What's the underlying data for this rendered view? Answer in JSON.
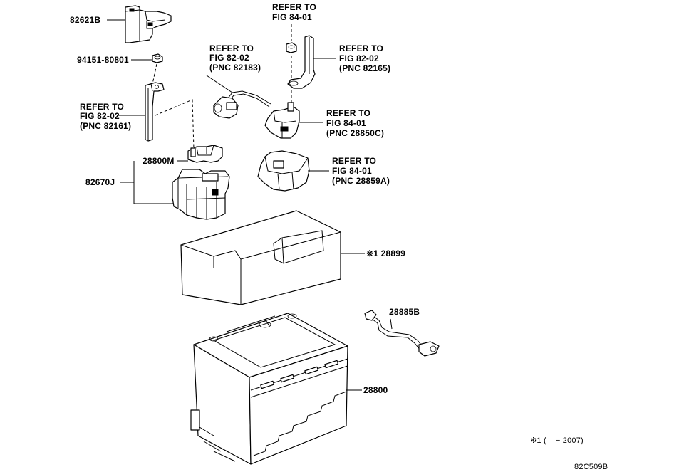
{
  "refer_to": "REFER TO",
  "labels": {
    "part_82621B": "82621B",
    "part_94151": "94151-80801",
    "ref_82161": {
      "fig": "FIG 82-02",
      "pnc": "(PNC 82161)"
    },
    "ref_82183": {
      "fig": "FIG 82-02",
      "pnc": "(PNC 82183)"
    },
    "ref_fig8401_top": {
      "fig": "FIG 84-01"
    },
    "ref_82165": {
      "fig": "FIG 82-02",
      "pnc": "(PNC 82165)"
    },
    "ref_28850C": {
      "fig": "FIG 84-01",
      "pnc": "(PNC 28850C)"
    },
    "ref_28859A": {
      "fig": "FIG 84-01",
      "pnc": "(PNC 28859A)"
    },
    "part_28800M": "28800M",
    "part_82670J": "82670J",
    "part_28899": "※1 28899",
    "part_28885B": "28885B",
    "part_28800": "28800"
  },
  "footnote": "※1 (    − 2007)",
  "figure_code": "82C509B"
}
